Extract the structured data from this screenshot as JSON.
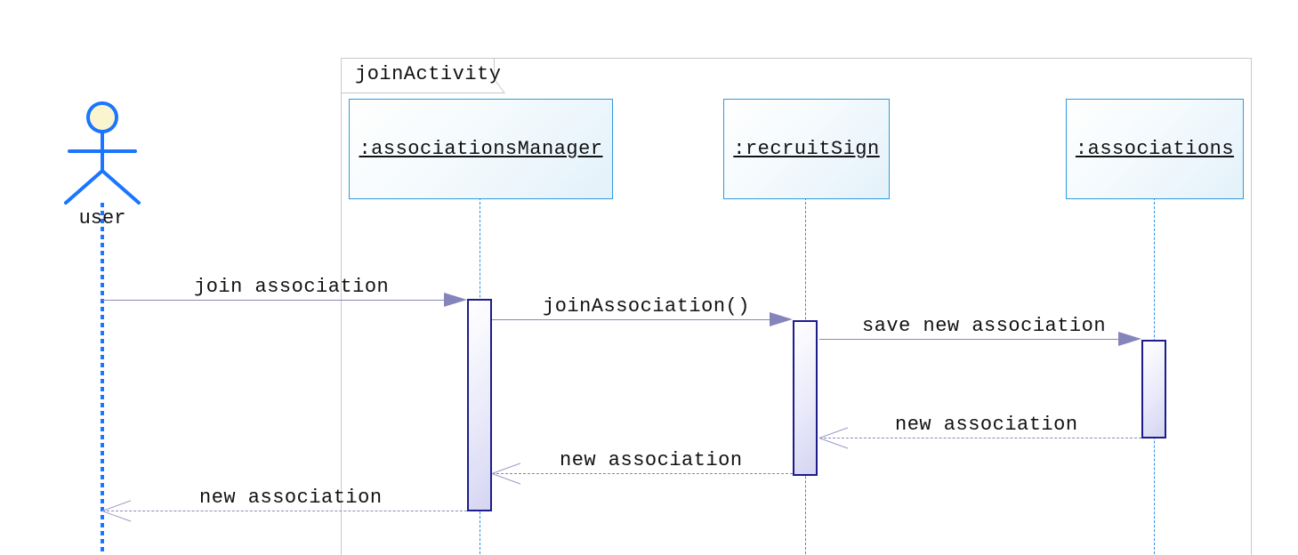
{
  "diagram": {
    "type": "uml-sequence-diagram",
    "frame": {
      "label": "joinActivity"
    },
    "actor": {
      "name": "user"
    },
    "objects": [
      {
        "label": ":associationsManager"
      },
      {
        "label": ":recruitSign"
      },
      {
        "label": ":associations"
      }
    ],
    "messages": [
      {
        "label": "join association",
        "kind": "sync",
        "from": "user",
        "to": ":associationsManager"
      },
      {
        "label": "joinAssociation()",
        "kind": "sync",
        "from": ":associationsManager",
        "to": ":recruitSign"
      },
      {
        "label": "save new association",
        "kind": "sync",
        "from": ":recruitSign",
        "to": ":associations"
      },
      {
        "label": "new association",
        "kind": "return",
        "from": ":associations",
        "to": ":recruitSign"
      },
      {
        "label": "new association",
        "kind": "return",
        "from": ":recruitSign",
        "to": ":associationsManager"
      },
      {
        "label": "new association",
        "kind": "return",
        "from": ":associationsManager",
        "to": "user"
      }
    ],
    "colors": {
      "actor_blue": "#1a75ff",
      "actor_head_fill": "#fbf5cf",
      "object_border": "#2e9adf",
      "object_fill": "#e9f4fb",
      "lifeline_dash": "#2b8fe8",
      "message_line": "#8888bb",
      "arrowhead": "#8585bb",
      "activation_border": "#1c1c8c",
      "activation_fill": "#d5d5f2",
      "frame_border": "#c9c9c9",
      "text": "#111111"
    }
  }
}
